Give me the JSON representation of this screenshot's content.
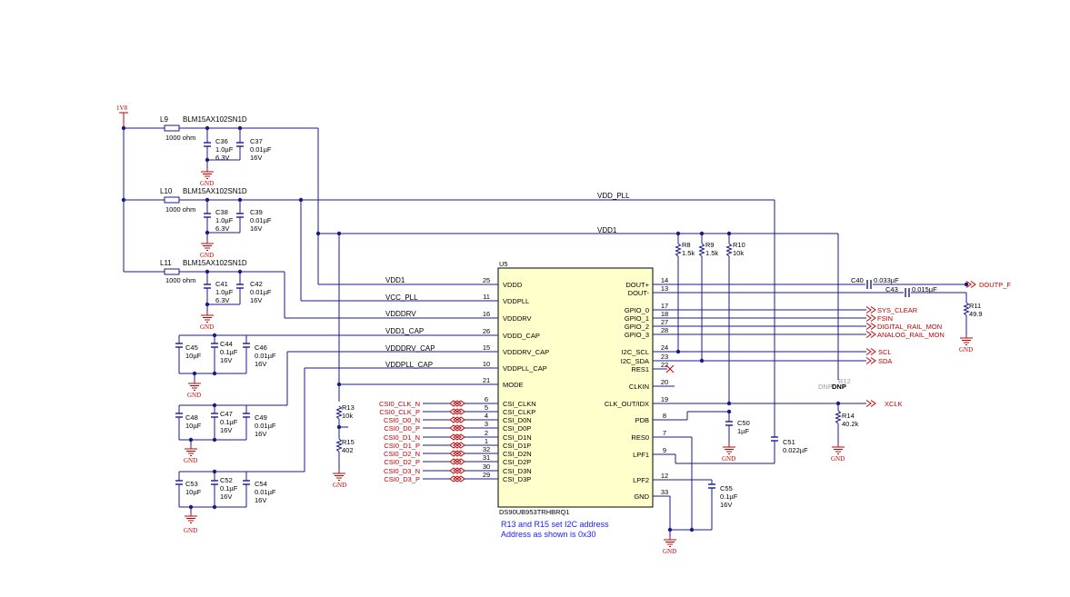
{
  "rail_1v8": "1V8",
  "gnd_label": "GND",
  "ferrites": [
    {
      "ref": "L9",
      "part": "BLM15AX102SN1D",
      "value": "1000 ohm"
    },
    {
      "ref": "L10",
      "part": "BLM15AX102SN1D",
      "value": "1000 ohm"
    },
    {
      "ref": "L11",
      "part": "BLM15AX102SN1D",
      "value": "1000 ohm"
    }
  ],
  "caps": {
    "C36": {
      "ref": "C36",
      "value": "1.0µF",
      "rating": "6.3V"
    },
    "C37": {
      "ref": "C37",
      "value": "0.01µF",
      "rating": "16V"
    },
    "C38": {
      "ref": "C38",
      "value": "1.0µF",
      "rating": "6.3V"
    },
    "C39": {
      "ref": "C39",
      "value": "0.01µF",
      "rating": "16V"
    },
    "C41": {
      "ref": "C41",
      "value": "1.0µF",
      "rating": "6.3V"
    },
    "C42": {
      "ref": "C42",
      "value": "0.01µF",
      "rating": "16V"
    },
    "C45": {
      "ref": "C45",
      "value": "10µF"
    },
    "C44": {
      "ref": "C44",
      "value": "0.1µF",
      "rating": "16V"
    },
    "C46": {
      "ref": "C46",
      "value": "0.01µF",
      "rating": "16V"
    },
    "C48": {
      "ref": "C48",
      "value": "10µF"
    },
    "C47": {
      "ref": "C47",
      "value": "0.1µF",
      "rating": "16V"
    },
    "C49": {
      "ref": "C49",
      "value": "0.01µF",
      "rating": "16V"
    },
    "C53": {
      "ref": "C53",
      "value": "10µF"
    },
    "C52": {
      "ref": "C52",
      "value": "0.1µF",
      "rating": "16V"
    },
    "C54": {
      "ref": "C54",
      "value": "0.01µF",
      "rating": "16V"
    },
    "C40": {
      "ref": "C40",
      "value": "0.033µF"
    },
    "C43": {
      "ref": "C43",
      "value": "0.015µF"
    },
    "C50": {
      "ref": "C50",
      "value": "1µF"
    },
    "C51": {
      "ref": "C51",
      "value": "0.022µF"
    },
    "C55": {
      "ref": "C55",
      "value": "0.1µF",
      "rating": "16V"
    }
  },
  "resistors": {
    "R8": {
      "ref": "R8",
      "value": "1.5k"
    },
    "R9": {
      "ref": "R9",
      "value": "1.5k"
    },
    "R10": {
      "ref": "R10",
      "value": "10k"
    },
    "R11": {
      "ref": "R11",
      "value": "49.9"
    },
    "R12": {
      "ref": "R12",
      "value": "DNP",
      "prefix": "DNP"
    },
    "R13": {
      "ref": "R13",
      "value": "10k"
    },
    "R14": {
      "ref": "R14",
      "value": "40.2k"
    },
    "R15": {
      "ref": "R15",
      "value": "402"
    }
  },
  "nets": {
    "vdd_pll": "VDD_PLL",
    "vdd1": "VDD1",
    "vdd1_pin": "VDD1",
    "vcc_pll": "VCC_PLL",
    "vdddrv": "VDDDRV",
    "vdd1_cap": "VDD1_CAP",
    "vdddrv_cap": "VDDDRV_CAP",
    "vddpll_cap": "VDDPLL_CAP"
  },
  "chip": {
    "ref": "U5",
    "part": "DS90UB953TRHBRQ1",
    "left_pins": [
      {
        "num": "25",
        "name": "VDDD"
      },
      {
        "num": "11",
        "name": "VDDPLL"
      },
      {
        "num": "16",
        "name": "VDDDRV"
      },
      {
        "num": "26",
        "name": "VDDD_CAP"
      },
      {
        "num": "15",
        "name": "VDDDRV_CAP"
      },
      {
        "num": "10",
        "name": "VDDPLL_CAP"
      },
      {
        "num": "21",
        "name": "MODE"
      },
      {
        "num": "6",
        "name": "CSI_CLKN"
      },
      {
        "num": "5",
        "name": "CSI_CLKP"
      },
      {
        "num": "4",
        "name": "CSI_D0N"
      },
      {
        "num": "3",
        "name": "CSI_D0P"
      },
      {
        "num": "2",
        "name": "CSI_D1N"
      },
      {
        "num": "1",
        "name": "CSI_D1P"
      },
      {
        "num": "32",
        "name": "CSI_D2N"
      },
      {
        "num": "31",
        "name": "CSI_D2P"
      },
      {
        "num": "30",
        "name": "CSI_D3N"
      },
      {
        "num": "29",
        "name": "CSI_D3P"
      }
    ],
    "right_pins": [
      {
        "num": "14",
        "name": "DOUT+"
      },
      {
        "num": "13",
        "name": "DOUT-"
      },
      {
        "num": "17",
        "name": "GPIO_0"
      },
      {
        "num": "18",
        "name": "GPIO_1"
      },
      {
        "num": "27",
        "name": "GPIO_2"
      },
      {
        "num": "28",
        "name": "GPIO_3"
      },
      {
        "num": "24",
        "name": "I2C_SCL"
      },
      {
        "num": "23",
        "name": "I2C_SDA"
      },
      {
        "num": "22",
        "name": "RES1"
      },
      {
        "num": "20",
        "name": "CLKIN"
      },
      {
        "num": "19",
        "name": "CLK_OUT/IDX"
      },
      {
        "num": "8",
        "name": "PDB"
      },
      {
        "num": "7",
        "name": "RES0"
      },
      {
        "num": "9",
        "name": "LPF1"
      },
      {
        "num": "12",
        "name": "LPF2"
      },
      {
        "num": "33",
        "name": "GND"
      }
    ]
  },
  "csi_ports": [
    "CSI0_CLK_N",
    "CSI0_CLK_P",
    "CSI0_D0_N",
    "CSI0_D0_P",
    "CSI0_D1_N",
    "CSI0_D1_P",
    "CSI0_D2_N",
    "CSI0_D2_P",
    "CSI0_D3_N",
    "CSI0_D3_P"
  ],
  "out_ports": {
    "doutp": "DOUTP_F",
    "sys_clear": "SYS_CLEAR",
    "fsin": "FSIN",
    "digital_rail": "DIGITAL_RAIL_MON",
    "analog_rail": "ANALOG_RAIL_MON",
    "scl": "SCL",
    "sda": "SDA",
    "xclk": "XCLK"
  },
  "note": {
    "line1": "R13 and R15 set I2C address",
    "line2": "Address as shown is 0x30"
  },
  "colors": {
    "wire": "#1a1a8c",
    "port": "#c00000",
    "chip_fill": "#ffffcc",
    "note": "#1a1aff"
  }
}
